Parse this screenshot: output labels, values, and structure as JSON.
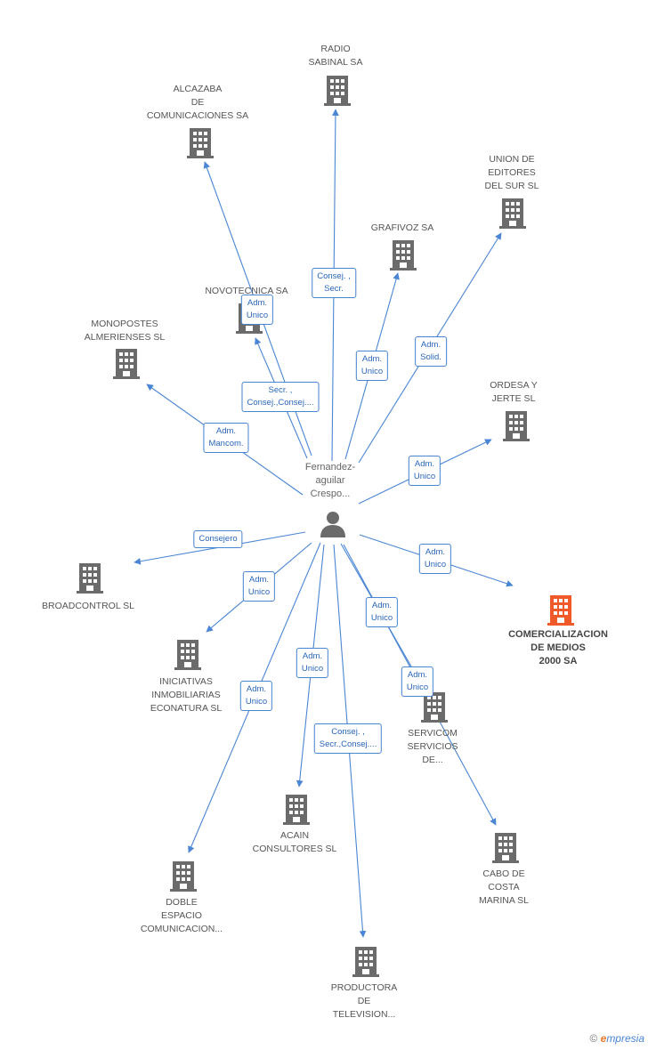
{
  "colors": {
    "edge": "#4a86d4",
    "building": "#6b6b6b",
    "focus_building": "#f05a2a"
  },
  "person": {
    "label": "Fernandez-\naguilar\nCrespo...",
    "icon": "person-icon"
  },
  "nodes": [
    {
      "id": "radio-sabinal",
      "label": "RADIO\nSABINAL SA",
      "icon": "building-icon"
    },
    {
      "id": "alcazaba",
      "label": "ALCAZABA\nDE\nCOMUNICACIONES SA",
      "icon": "building-icon"
    },
    {
      "id": "union-editores",
      "label": "UNION DE\nEDITORES\nDEL SUR SL",
      "icon": "building-icon"
    },
    {
      "id": "grafivoz",
      "label": "GRAFIVOZ SA",
      "icon": "building-icon"
    },
    {
      "id": "novotecnica",
      "label": "NOVOTECNICA SA",
      "icon": "building-icon"
    },
    {
      "id": "monopostes",
      "label": "MONOPOSTES\nALMERIENSES SL",
      "icon": "building-icon"
    },
    {
      "id": "ordesa",
      "label": "ORDESA Y\nJERTE  SL",
      "icon": "building-icon"
    },
    {
      "id": "broadcontrol",
      "label": "BROADCONTROL SL",
      "icon": "building-icon"
    },
    {
      "id": "comercializacion",
      "label": "COMERCIALIZACION\nDE MEDIOS\n2000 SA",
      "icon": "building-icon",
      "focus": true
    },
    {
      "id": "iniciativas",
      "label": "INICIATIVAS\nINMOBILIARIAS\nECONATURA SL",
      "icon": "building-icon"
    },
    {
      "id": "servicom",
      "label": "SERVICOM\nSERVICIOS\nDE...",
      "icon": "building-icon"
    },
    {
      "id": "acain",
      "label": "ACAIN\nCONSULTORES SL",
      "icon": "building-icon"
    },
    {
      "id": "cabo",
      "label": "CABO DE\nCOSTA\nMARINA SL",
      "icon": "building-icon"
    },
    {
      "id": "doble",
      "label": "DOBLE\nESPACIO\nCOMUNICACION...",
      "icon": "building-icon"
    },
    {
      "id": "productora",
      "label": "PRODUCTORA\nDE\nTELEVISION...",
      "icon": "building-icon"
    }
  ],
  "relations": [
    {
      "target": "radio-sabinal",
      "label": "Consej. ,\nSecr."
    },
    {
      "target": "novotecnica",
      "label": "Adm.\nUnico"
    },
    {
      "target": "alcazaba",
      "label": "Secr. ,\nConsej.,Consej...."
    },
    {
      "target": "grafivoz",
      "label": "Adm.\nUnico"
    },
    {
      "target": "union-editores",
      "label": "Adm.\nSolid."
    },
    {
      "target": "monopostes",
      "label": "Adm.\nMancom."
    },
    {
      "target": "ordesa",
      "label": "Adm.\nUnico"
    },
    {
      "target": "broadcontrol",
      "label": "Consejero"
    },
    {
      "target": "comercializacion",
      "label": "Adm.\nUnico"
    },
    {
      "target": "iniciativas",
      "label": "Adm.\nUnico"
    },
    {
      "target": "servicom",
      "label": "Adm.\nUnico"
    },
    {
      "target": "acain",
      "label": "Adm.\nUnico"
    },
    {
      "target": "cabo",
      "label": "Adm.\nUnico"
    },
    {
      "target": "doble",
      "label": "Adm.\nUnico"
    },
    {
      "target": "productora",
      "label": "Consej. ,\nSecr.,Consej...."
    }
  ],
  "footer": {
    "copyright": "©",
    "brand_initial": "e",
    "brand_rest": "mpresia"
  }
}
